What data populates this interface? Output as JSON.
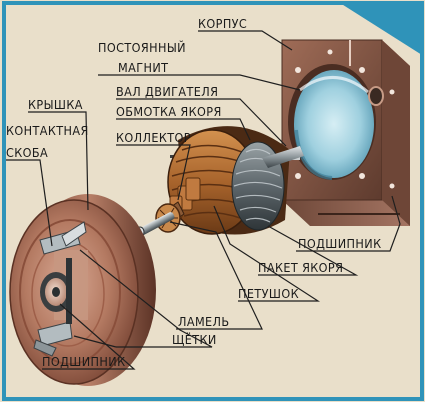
{
  "labels": {
    "korpus": "КОРПУС",
    "postoyanny": "ПОСТОЯННЫЙ",
    "magnit": "МАГНИТ",
    "val": "ВАЛ ДВИГАТЕЛЯ",
    "obmotka": "ОБМОТКА ЯКОРЯ",
    "kryshka": "КРЫШКА",
    "kontaktnaya": "КОНТАКТНАЯ",
    "skoba": "СКОБА",
    "kollektor": "КОЛЛЕКТОР",
    "podshipnik_right": "ПОДШИПНИК",
    "paket": "ПАКЕТ ЯКОРЯ",
    "petushok": "ПЕТУШОК",
    "lamel": "ЛАМЕЛЬ",
    "shchetki": "ЩЁТКИ",
    "podshipnik_left": "ПОДШИПНИК"
  },
  "colors": {
    "frame": "#2f93b9",
    "background": "#e9dfca",
    "leader": "#1f1f1f",
    "housing": "#8a5a44",
    "winding": "#a8642c",
    "copper": "#b9753e",
    "cover": "#b48069"
  }
}
